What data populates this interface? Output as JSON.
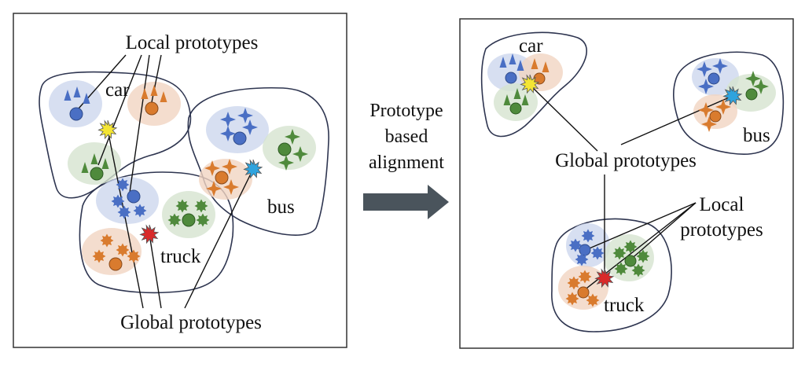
{
  "left_panel": {
    "local_label": "Local prototypes",
    "global_label": "Global prototypes",
    "clusters": [
      {
        "id": "car",
        "label": "car"
      },
      {
        "id": "bus",
        "label": "bus"
      },
      {
        "id": "truck",
        "label": "truck"
      }
    ]
  },
  "middle": {
    "lines": [
      "Prototype",
      "based",
      "alignment"
    ]
  },
  "right_panel": {
    "global_label": "Global prototypes",
    "local_label_lines": [
      "Local",
      "prototypes"
    ],
    "clusters": [
      {
        "id": "car",
        "label": "car"
      },
      {
        "id": "bus",
        "label": "bus"
      },
      {
        "id": "truck",
        "label": "truck"
      }
    ]
  },
  "colors": {
    "blue": "#4a6fc4",
    "orange": "#d97b2e",
    "green": "#4f8a3c",
    "yellow": "#f4e533",
    "cyan": "#2ea3de",
    "red": "#d92a2a",
    "arrow": "#4a545c"
  }
}
